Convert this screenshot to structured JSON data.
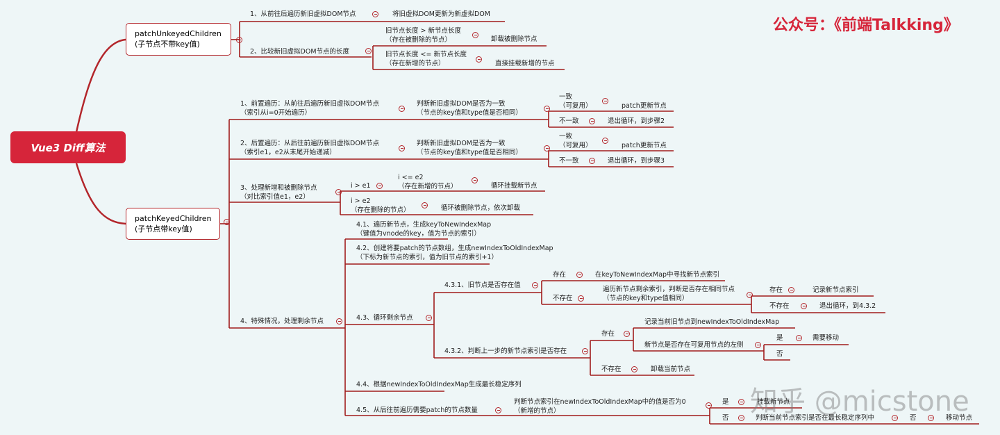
{
  "root": {
    "label": "Vue3 Diff算法"
  },
  "watermarks": {
    "top": "公众号：《前端Talkking》",
    "bottom": "知乎 @micstone"
  },
  "colors": {
    "accent": "#d6253a",
    "line": "#a01c1c",
    "background": "#eef6f7"
  },
  "unkeyed": {
    "label": "patchUnkeyedChildren\n(子节点不带key值)",
    "s1": "1、从前往后遍历新旧虚拟DOM节点",
    "s1_result": "将旧虚拟DOM更新为新虚拟DOM",
    "s2": "2、比较新旧虚拟DOM节点的长度",
    "s2a": "旧节点长度 > 新节点长度\n（存在被删除的节点）",
    "s2a_result": "卸载被删除节点",
    "s2b": "旧节点长度 <= 新节点长度\n（存在新增的节点）",
    "s2b_result": "直接挂载新增的节点"
  },
  "keyed": {
    "label": "patchKeyedChildren\n(子节点带key值)",
    "k1": "1、前置遍历：从前往后遍历新旧虚拟DOM节点\n（索引从i=0开始遍历）",
    "k1_check": "判断新旧虚拟DOM是否为一致\n（节点的key值和type值是否相同）",
    "k1_yes": "一致\n（可复用）",
    "k1_yes_result": "patch更新节点",
    "k1_no": "不一致",
    "k1_no_result": "退出循环，到步骤2",
    "k2": "2、后置遍历：从后往前遍历新旧虚拟DOM节点\n（索引e1，e2从末尾开始递减）",
    "k2_check": "判断新旧虚拟DOM是否为一致\n（节点的key值和type值是否相同）",
    "k2_yes": "一致\n（可复用）",
    "k2_yes_result": "patch更新节点",
    "k2_no": "不一致",
    "k2_no_result": "退出循环，到步骤3",
    "k3": "3、处理新增和被删除节点\n（对比索引值e1，e2）",
    "k3a": "i > e1",
    "k3a_sub": "i <= e2\n（存在新增的节点）",
    "k3a_result": "循环挂载新节点",
    "k3b": "i > e2\n（存在删除的节点）",
    "k3b_result": "循环被删除节点，依次卸载",
    "k4": "4、特殊情况，处理剩余节点",
    "k41": "4.1、遍历新节点，生成keyToNewIndexMap\n（键值为vnode的key，值为节点的索引）",
    "k42": "4.2、创建将要patch的节点数组，生成newIndexToOldIndexMap\n（下标为新节点的索引，值为旧节点的索引+1）",
    "k43": "4.3、循环剩余节点",
    "k431": "4.3.1、旧节点是否存在值",
    "k431_yes": "存在",
    "k431_yes_result": "在keyToNewIndexMap中寻找新节点索引",
    "k431_no": "不存在",
    "k431_no_check": "遍历新节点剩余索引，判断是否存在相同节点\n（节点的key和type值相同）",
    "k431_no_yes": "存在",
    "k431_no_yes_result": "记录新节点索引",
    "k431_no_no": "不存在",
    "k431_no_no_result": "退出循环，到4.3.2",
    "k432": "4.3.2、判断上一步的新节点索引是否存在",
    "k432_yes": "存在",
    "k432_yes_a": "记录当前旧节点到newIndexToOldIndexMap",
    "k432_yes_b": "新节点是否存在可复用节点的左侧",
    "k432_yes_b_yes": "是",
    "k432_yes_b_yes_result": "需要移动",
    "k432_yes_b_no": "否",
    "k432_no": "不存在",
    "k432_no_result": "卸载当前节点",
    "k44": "4.4、根据newIndexToOldIndexMap生成最长稳定序列",
    "k45": "4.5、从后往前遍历需要patch的节点数量",
    "k45_check": "判断节点索引在newIndexToOldIndexMap中的值是否为0\n（新增的节点）",
    "k45_yes": "是",
    "k45_yes_result": "挂载新节点",
    "k45_no": "否",
    "k45_no_check": "判断当前节点索引是否在最长稳定序列中",
    "k45_no_no": "否",
    "k45_no_no_result": "移动节点"
  }
}
